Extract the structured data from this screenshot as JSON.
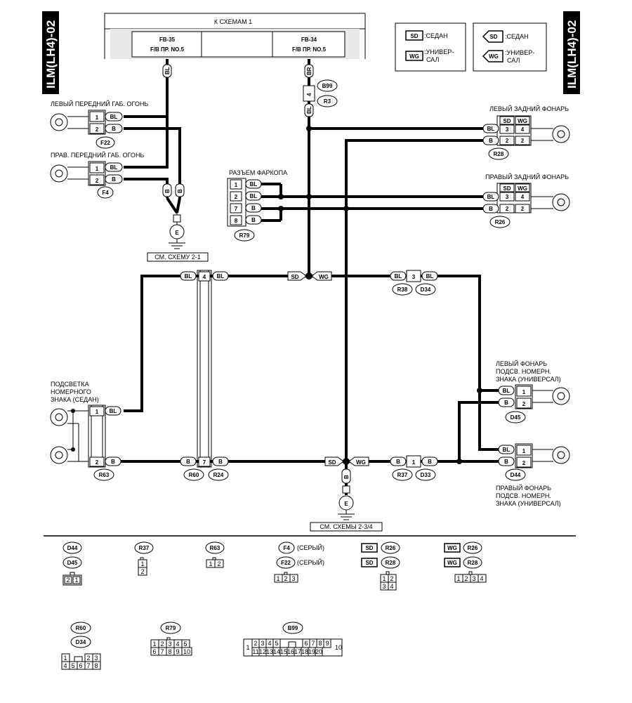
{
  "page_code": "ILM(LH4)-02",
  "top_bus": {
    "title": "К СХЕМАМ 1",
    "fuse_left": {
      "id": "FB-35",
      "line": "F/B  ПР.  NO.5"
    },
    "fuse_right": {
      "id": "FB-34",
      "line": "F/B  ПР.  NO.5"
    }
  },
  "legend": {
    "sd_tag": "SD",
    "wg_tag": "WG",
    "sedan": ":СЕДАН",
    "wagon_1": ":УНИВЕР-",
    "wagon_2": "САЛ"
  },
  "wire_colors": {
    "bl": "BL",
    "b": "B",
    "br": "BR"
  },
  "components": {
    "f22": "ЛЕВЫЙ ПЕРЕДНИЙ ГАБ. ОГОНЬ",
    "f4": "ПРАВ. ПЕРЕДНИЙ ГАБ. ОГОНЬ",
    "r79": "РАЗЪЕМ ФАРКОПА",
    "r28": "ЛЕВЫЙ ЗАДНИЙ ФОНАРЬ",
    "r26": "ПРАВЫЙ ЗАДНИЙ ФОНАРЬ",
    "r63": [
      "ПОДСВЕТКА",
      "НОМЕРНОГО",
      "ЗНАКА (СЕДАН)"
    ],
    "d45": [
      "ЛЕВЫЙ ФОНАРЬ",
      "ПОДСВ. НОМЕРН.",
      "ЗНАКА (УНИВЕРСАЛ)"
    ],
    "d44": [
      "ПРАВЫЙ ФОНАРЬ",
      "ПОДСВ. НОМЕРН.",
      "ЗНАКА (УНИВЕРСАЛ)"
    ]
  },
  "connectors": {
    "f22": "F22",
    "f4": "F4",
    "b99": "B99",
    "r3": "R3",
    "r79": "R79",
    "r28": "R28",
    "r26": "R26",
    "r38": "R38",
    "d34": "D34",
    "r63": "R63",
    "r60": "R60",
    "r24": "R24",
    "r37": "R37",
    "d33": "D33",
    "d45": "D45",
    "d44": "D44"
  },
  "ground": {
    "symbol": "E",
    "ref_1": "СМ. СХЕМУ 2-1",
    "ref_2": "СМ. СХЕМЫ 2-3/4"
  },
  "bottom": {
    "d44": "D44",
    "d45": "D45",
    "r37": "R37",
    "r63": "R63",
    "f4": "F4",
    "f22": "F22",
    "gray": "(СЕРЫЙ)",
    "sd": "SD",
    "wg": "WG",
    "r26": "R26",
    "r28": "R28",
    "r60": "R60",
    "d34": "D34",
    "r79": "R79",
    "b99": "B99"
  }
}
